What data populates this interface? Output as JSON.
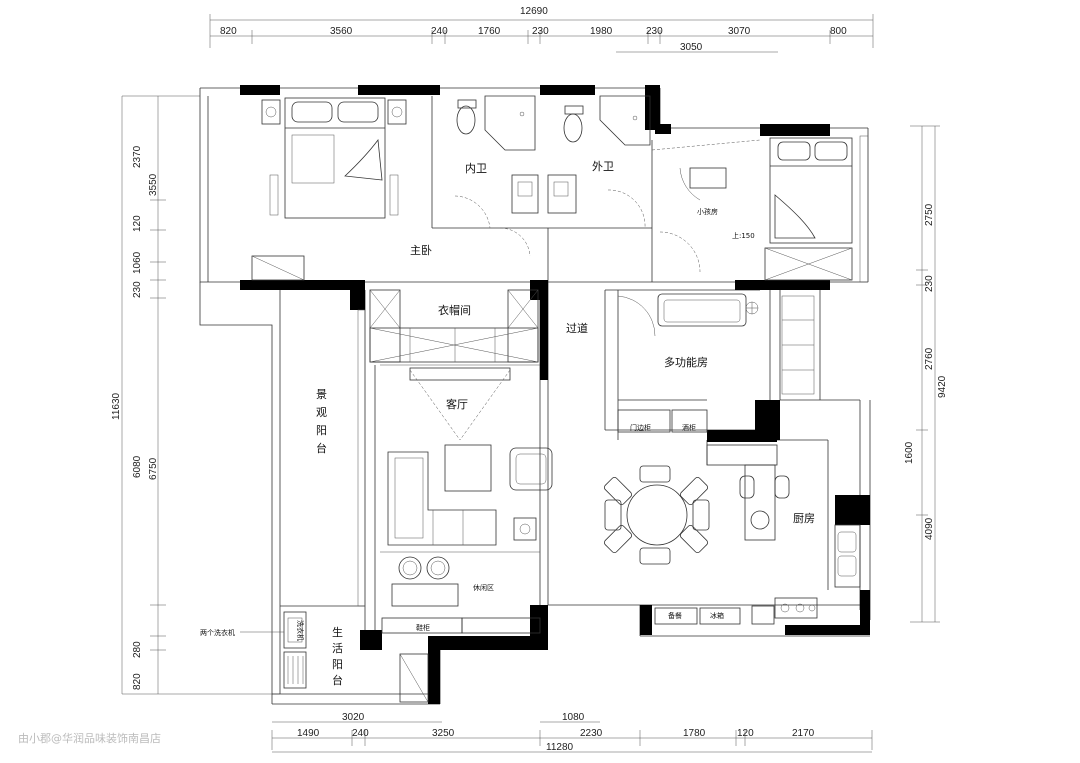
{
  "dimensions": {
    "top_total": "12690",
    "top_segments": [
      "820",
      "3560",
      "240",
      "1760",
      "230",
      "1980",
      "230",
      "3070",
      "800"
    ],
    "top_sub": "3050",
    "bottom_sub_a": "3020",
    "bottom_sub_b": "1080",
    "bottom_segments": [
      "1490",
      "240",
      "3250",
      "2230",
      "1780",
      "120",
      "2170"
    ],
    "bottom_total": "11280",
    "left_total": "11630",
    "left_inner": [
      "2370",
      "3550",
      "120",
      "1060",
      "230",
      "6080",
      "6750",
      "280",
      "820"
    ],
    "right_total": "9420",
    "right_inner": [
      "2750",
      "230",
      "2760",
      "1600",
      "4090"
    ]
  },
  "rooms": {
    "master_bedroom": "主卧",
    "inner_bath": "内卫",
    "outer_bath": "外卫",
    "kids_room": "小孩房",
    "step_up": "上:150",
    "cloakroom": "衣帽间",
    "corridor": "过道",
    "multi_room": "多功能房",
    "living_room": "客厅",
    "leisure_area": "休闲区",
    "kitchen": "厨房",
    "landscape_balcony": [
      "景",
      "观",
      "阳",
      "台"
    ],
    "utility_balcony": [
      "生",
      "活",
      "阳",
      "台"
    ],
    "washer_label": "两个洗衣机",
    "washer_box": "洗衣机",
    "cabinet_labels": [
      "门边柜",
      "酒柜",
      "备餐",
      "冰箱",
      "鞋柜"
    ]
  },
  "watermark": "由小郡@华润品味装饰南昌店"
}
